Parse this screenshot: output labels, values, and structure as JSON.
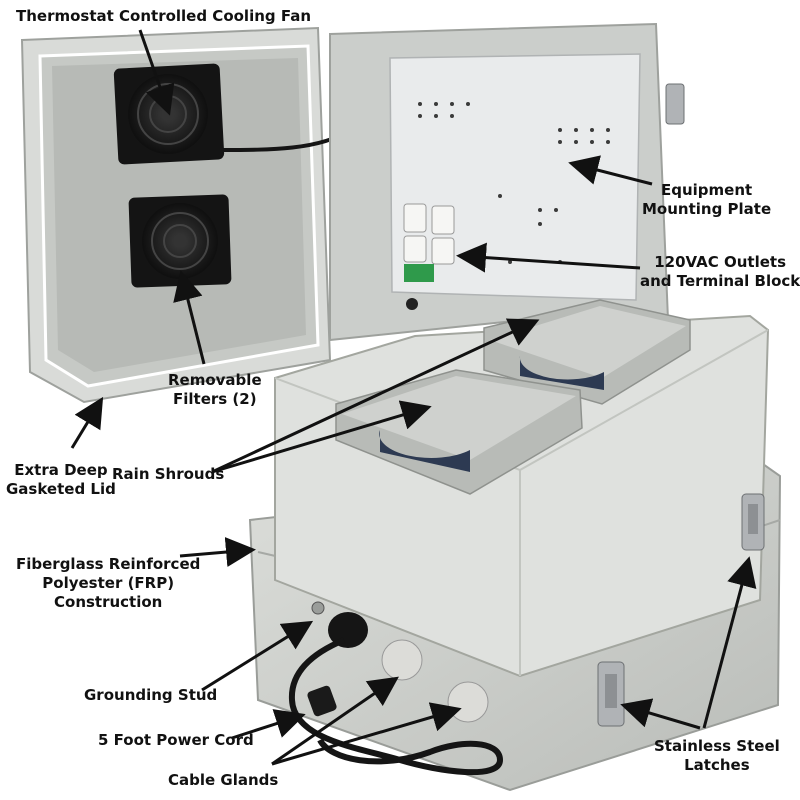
{
  "colors": {
    "enclosure": "#cfd1cf",
    "enclosure_shadow": "#a9aca9",
    "enclosure_light": "#e6e7e5",
    "plate": "#e9ebec",
    "fan": "#1c1c1c",
    "label": "#111111",
    "background": "#ffffff"
  },
  "callouts": {
    "fan": {
      "lines": [
        "Thermostat Controlled Cooling Fan"
      ]
    },
    "plate": {
      "lines": [
        "Equipment",
        "Mounting Plate"
      ]
    },
    "outlets": {
      "lines": [
        "120VAC Outlets",
        "and Terminal Block"
      ]
    },
    "filters": {
      "lines": [
        "Removable",
        "Filters (2)"
      ]
    },
    "shrouds": {
      "lines": [
        "Rain Shrouds"
      ]
    },
    "lid": {
      "lines": [
        "Extra Deep",
        "Gasketed Lid"
      ]
    },
    "frp": {
      "lines": [
        "Fiberglass Reinforced",
        "Polyester (FRP)",
        "Construction"
      ]
    },
    "stud": {
      "lines": [
        "Grounding Stud"
      ]
    },
    "cord": {
      "lines": [
        "5 Foot Power Cord"
      ]
    },
    "glands": {
      "lines": [
        "Cable Glands"
      ]
    },
    "latches": {
      "lines": [
        "Stainless Steel",
        "Latches"
      ]
    }
  }
}
